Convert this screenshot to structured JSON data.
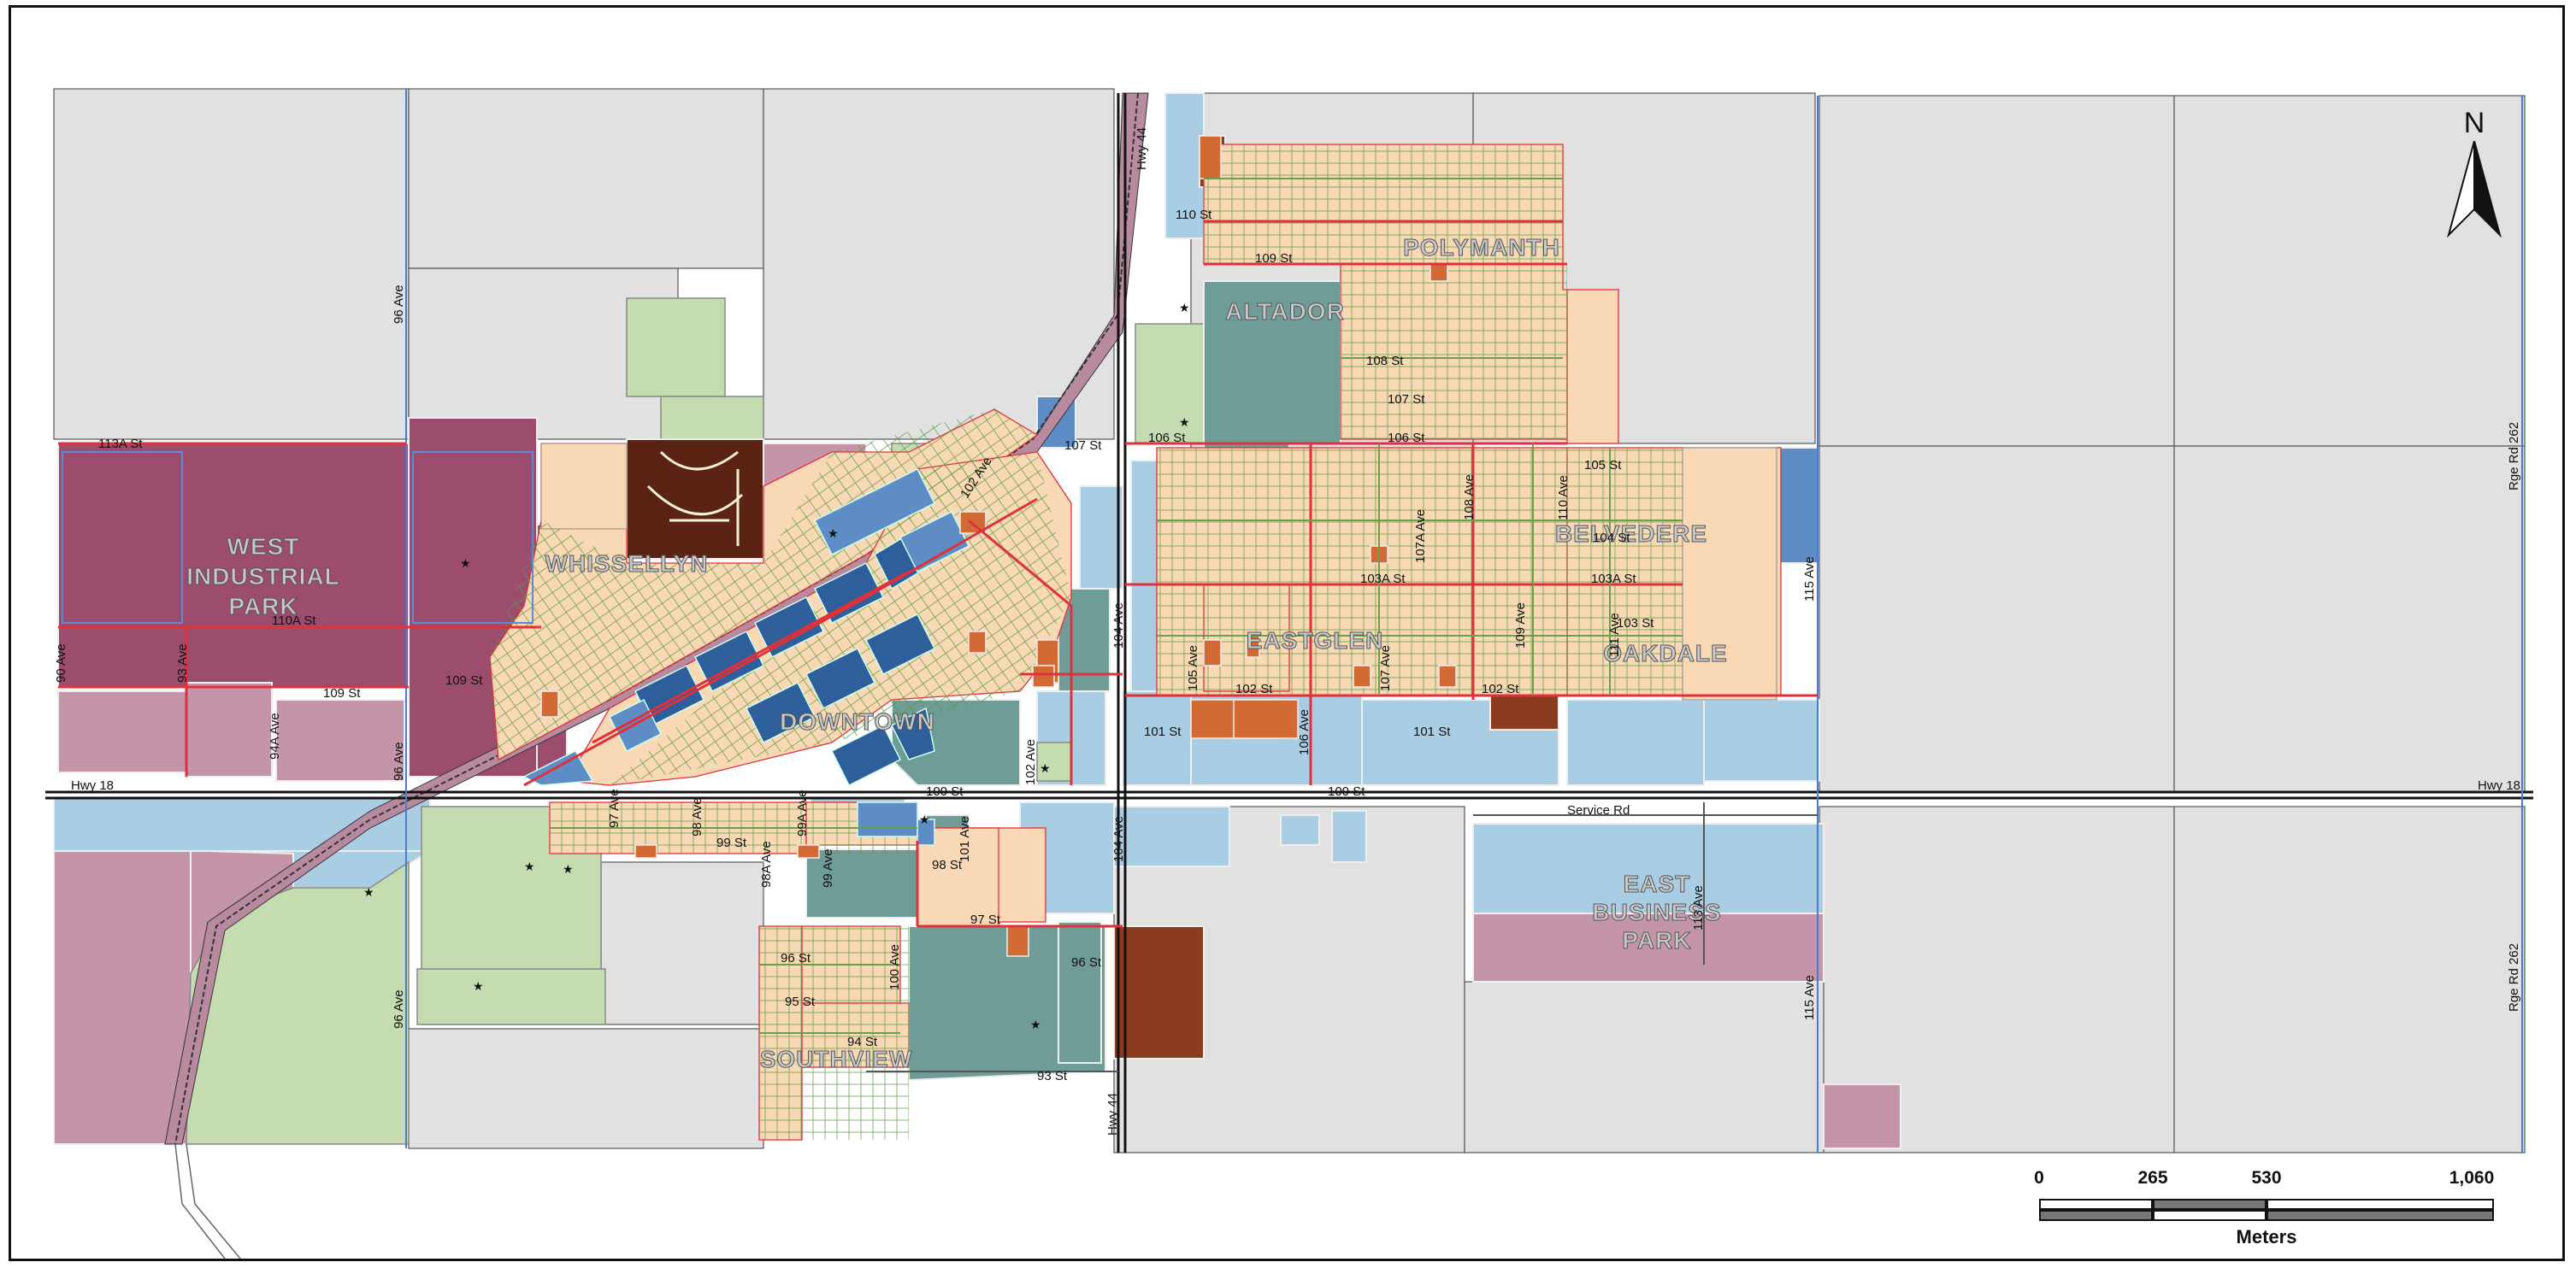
{
  "map": {
    "neighbourhoods": {
      "west_industrial_park": [
        "WEST",
        "INDUSTRIAL",
        "PARK"
      ],
      "whissell_lyn": "WHISSELLYN",
      "downtown": "DOWNTOWN",
      "altador": "ALTADOR",
      "polymanth": "POLYMANTH",
      "eastglen": "EASTGLEN",
      "belvedere": "BELVEDERE",
      "oakdale": "OAKDALE",
      "east_business_park": [
        "EAST",
        "BUSINESS",
        "PARK"
      ],
      "southview": "SOUTHVIEW"
    },
    "roads": {
      "hwy18_west": "Hwy 18",
      "hwy18_east": "Hwy 18",
      "hwy44_north": "Hwy 44",
      "hwy44_south": "Hwy 44",
      "ave96_north": "96 Ave",
      "ave96_mid": "96 Ave",
      "ave96_south": "96 Ave",
      "ave115_north": "115 Ave",
      "ave115_south": "115 Ave",
      "rge262_north": "Rge Rd 262",
      "rge262_south": "Rge Rd 262",
      "st113a": "113A St",
      "st110a": "110A St",
      "st109_w": "109 St",
      "st109_w2": "109 St",
      "ave90": "90 Ave",
      "ave93": "93 Ave",
      "ave94a": "94A Ave",
      "st110": "110 St",
      "st109_n": "109 St",
      "st107_rail": "107 St",
      "st106_n": "106 St",
      "st106_e": "106 St",
      "st107_e": "107 St",
      "st108": "108 St",
      "st105": "105 St",
      "st104": "104 St",
      "st103a": "103A St",
      "st103a_e": "103A St",
      "st103": "103 St",
      "st102": "102 St",
      "st102_e": "102 St",
      "st101": "101 St",
      "st101_e": "101 St",
      "st100": "100 St",
      "st100_e": "100 St",
      "st99": "99 St",
      "st98": "98 St",
      "st97": "97 St",
      "st96": "96 St",
      "st96_e": "96 St",
      "st95": "95 St",
      "st94": "94 St",
      "st93": "93 St",
      "ave104": "104 Ave",
      "ave104_s": "104 Ave",
      "ave105": "105 Ave",
      "ave106": "106 Ave",
      "ave107": "107 Ave",
      "ave107a": "107A Ave",
      "ave108": "108 Ave",
      "ave109": "109 Ave",
      "ave110": "110 Ave",
      "ave111": "111 Ave",
      "ave113": "113 Ave",
      "ave102": "102 Ave",
      "ave102_s": "102 Ave",
      "ave101": "101 Ave",
      "ave100": "100 Ave",
      "ave99": "99 Ave",
      "ave98": "98 Ave",
      "ave97": "97 Ave",
      "ave99a": "99A Ave",
      "ave98a": "98A Ave",
      "service_rd": "Service Rd"
    },
    "colors": {
      "agricultural": "#e1e1e1",
      "residential": "#f9d9b5",
      "industrial_heavy": "#9c4d6e",
      "industrial_light": "#c495a8",
      "commercial": "#2f5f9a",
      "commercial_light": "#5d8dc4",
      "institutional": "#a9cde3",
      "park": "#c5dcb0",
      "public": "#6f9c96",
      "multi_family": "#d26a35",
      "reserve": "#8b3b1e",
      "rail": "#b88aa0",
      "arterial": "#e0303a",
      "collector": "#6aa04a"
    }
  },
  "scale_bar": {
    "ticks": [
      "0",
      "265",
      "530",
      "1,060"
    ],
    "units": "Meters"
  },
  "north_arrow": {
    "letter": "N"
  }
}
